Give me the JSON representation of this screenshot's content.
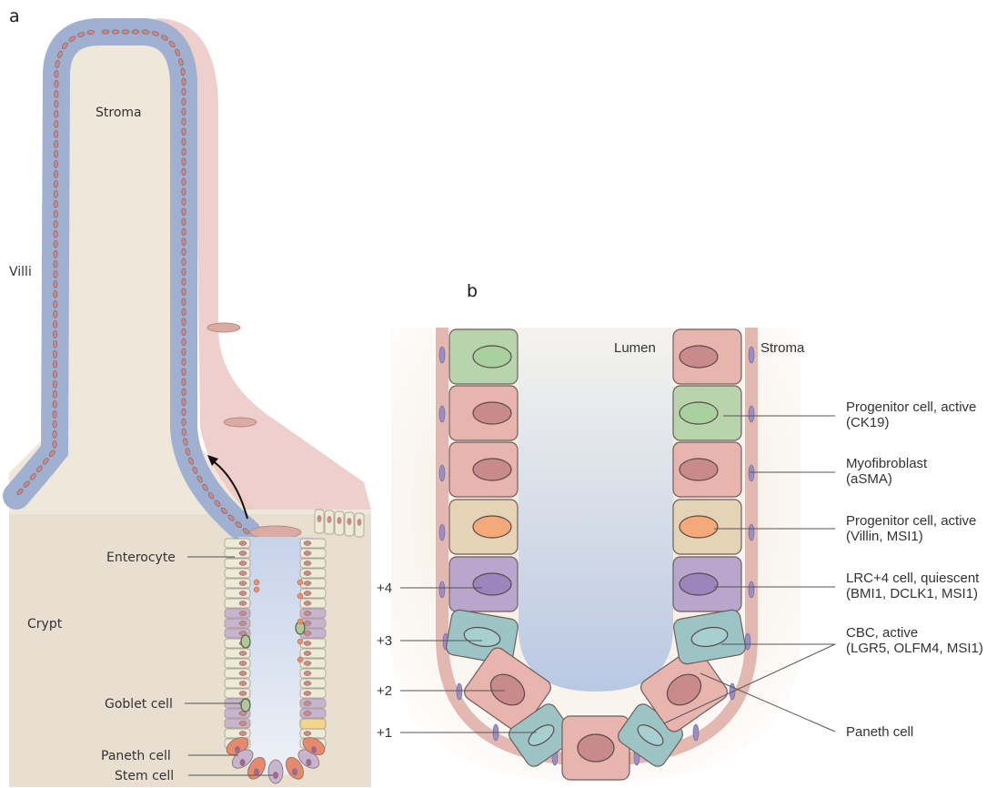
{
  "panel_a": {
    "letter": "a",
    "labels": {
      "stroma": "Stroma",
      "villi": "Villi",
      "crypt": "Crypt",
      "enterocyte": "Enterocyte",
      "goblet_cell": "Goblet cell",
      "paneth_cell": "Paneth cell",
      "stem_cell": "Stem cell"
    }
  },
  "panel_b": {
    "letter": "b",
    "labels": {
      "lumen": "Lumen",
      "stroma": "Stroma"
    },
    "positions": [
      "+4",
      "+3",
      "+2",
      "+1"
    ],
    "annotations": [
      {
        "line1": "Progenitor cell, active",
        "line2": "(CK19)"
      },
      {
        "line1": "Myofibroblast",
        "line2": "(aSMA)"
      },
      {
        "line1": "Progenitor cell, active",
        "line2": "(Villin, MSI1)"
      },
      {
        "line1": "LRC+4 cell, quiescent",
        "line2": "(BMI1, DCLK1, MSI1)"
      },
      {
        "line1": "CBC, active",
        "line2": "(LGR5, OLFM4, MSI1)"
      },
      {
        "line1": "Paneth cell",
        "line2": ""
      }
    ]
  },
  "colors": {
    "tissue": "#e8dfd0",
    "epithelium": "#9fb0d0",
    "nucleus": "#c98a8c",
    "stroma_pink": "#e9c4c0",
    "green_cell": "#b7d4ad",
    "pink_cell": "#e8b4ae",
    "tan_cell": "#e4d3b4",
    "purple_cell": "#b8a6cc",
    "teal_cell": "#9dc4c4",
    "lumen_blue": "#cfd9ea"
  }
}
